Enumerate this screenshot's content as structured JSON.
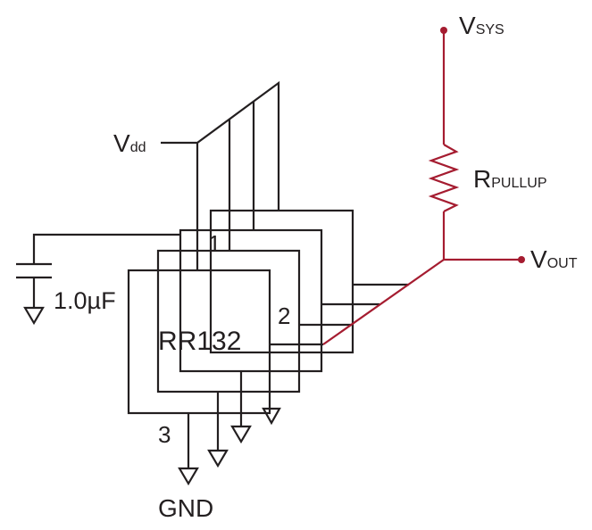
{
  "labels": {
    "vsys_main": "V",
    "vsys_sub": "SYS",
    "rpullup_main": "R",
    "rpullup_sub": "PULLUP",
    "vout_main": "V",
    "vout_sub": "OUT",
    "vdd_main": "V",
    "vdd_sub": "dd",
    "capacitor": "1.0µF",
    "chip": "RR132",
    "pin1": "1",
    "pin2": "2",
    "pin3": "3",
    "gnd": "GND"
  },
  "colors": {
    "wire": "#231f20",
    "bus": "#a51c30"
  }
}
